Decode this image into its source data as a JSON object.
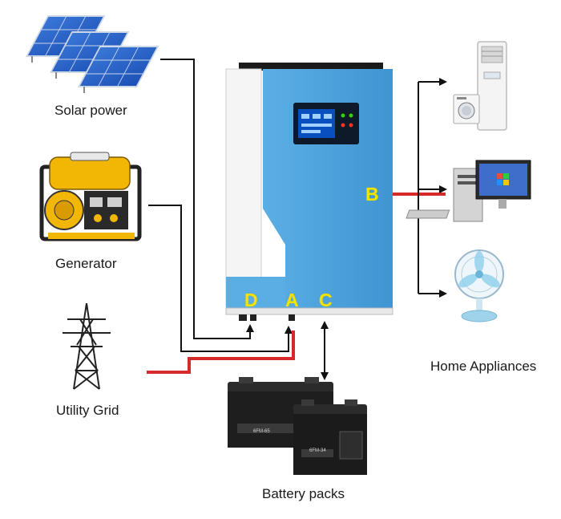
{
  "sources": {
    "solar": "Solar power",
    "generator": "Generator",
    "grid": "Utility Grid"
  },
  "loads": {
    "title": "Home Appliances"
  },
  "storage": {
    "title": "Battery packs",
    "battery_model_1": "6FM-65",
    "battery_model_2": "6FM-34"
  },
  "inverter": {
    "port_a": "A",
    "port_b": "B",
    "port_c": "C",
    "port_d": "D",
    "body_color": "#4aa0d8",
    "panel_color": "#ffffff"
  },
  "colors": {
    "wire_ac": "#d62a2a",
    "wire_signal": "#111111",
    "port_label": "#f2e400"
  },
  "icons": [
    "solar-panel-icon",
    "generator-icon",
    "transmission-tower-icon",
    "inverter-icon",
    "air-conditioner-icon",
    "washing-machine-icon",
    "desktop-computer-icon",
    "electric-fan-icon",
    "battery-icon"
  ]
}
